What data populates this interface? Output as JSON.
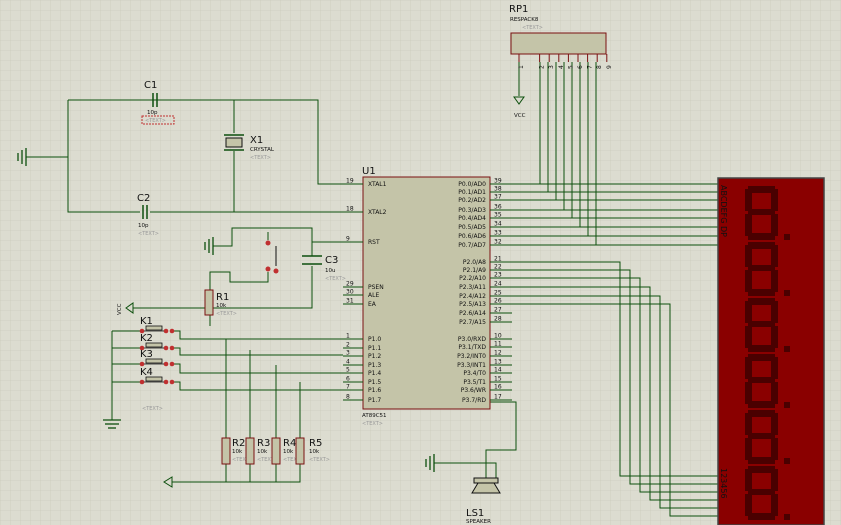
{
  "rp1": {
    "ref": "RP1",
    "value": "RESPACK8",
    "placeholder": "<TEXT>",
    "pins": [
      "1",
      "2",
      "3",
      "4",
      "5",
      "6",
      "7",
      "8",
      "9"
    ],
    "vcc": "VCC"
  },
  "c1": {
    "ref": "C1",
    "value": "10p",
    "placeholder": "<TEXT>"
  },
  "c2": {
    "ref": "C2",
    "value": "10p",
    "placeholder": "<TEXT>"
  },
  "c3": {
    "ref": "C3",
    "value": "10u",
    "placeholder": "<TEXT>"
  },
  "x1": {
    "ref": "X1",
    "value": "CRYSTAL",
    "placeholder": "<TEXT>"
  },
  "u1": {
    "ref": "U1",
    "value": "AT89C51",
    "placeholder": "<TEXT>",
    "left_pins": [
      {
        "num": "19",
        "name": "XTAL1"
      },
      {
        "num": "18",
        "name": "XTAL2"
      },
      {
        "num": "9",
        "name": "RST"
      },
      {
        "num": "29",
        "name": "PSEN"
      },
      {
        "num": "30",
        "name": "ALE"
      },
      {
        "num": "31",
        "name": "EA"
      },
      {
        "num": "1",
        "name": "P1.0"
      },
      {
        "num": "2",
        "name": "P1.1"
      },
      {
        "num": "3",
        "name": "P1.2"
      },
      {
        "num": "4",
        "name": "P1.3"
      },
      {
        "num": "5",
        "name": "P1.4"
      },
      {
        "num": "6",
        "name": "P1.5"
      },
      {
        "num": "7",
        "name": "P1.6"
      },
      {
        "num": "8",
        "name": "P1.7"
      }
    ],
    "right_pins": [
      {
        "num": "39",
        "name": "P0.0/AD0"
      },
      {
        "num": "38",
        "name": "P0.1/AD1"
      },
      {
        "num": "37",
        "name": "P0.2/AD2"
      },
      {
        "num": "36",
        "name": "P0.3/AD3"
      },
      {
        "num": "35",
        "name": "P0.4/AD4"
      },
      {
        "num": "34",
        "name": "P0.5/AD5"
      },
      {
        "num": "33",
        "name": "P0.6/AD6"
      },
      {
        "num": "32",
        "name": "P0.7/AD7"
      },
      {
        "num": "21",
        "name": "P2.0/A8"
      },
      {
        "num": "22",
        "name": "P2.1/A9"
      },
      {
        "num": "23",
        "name": "P2.2/A10"
      },
      {
        "num": "24",
        "name": "P2.3/A11"
      },
      {
        "num": "25",
        "name": "P2.4/A12"
      },
      {
        "num": "26",
        "name": "P2.5/A13"
      },
      {
        "num": "27",
        "name": "P2.6/A14"
      },
      {
        "num": "28",
        "name": "P2.7/A15"
      },
      {
        "num": "10",
        "name": "P3.0/RXD"
      },
      {
        "num": "11",
        "name": "P3.1/TXD"
      },
      {
        "num": "12",
        "name": "P3.2/INT0"
      },
      {
        "num": "13",
        "name": "P3.3/INT1"
      },
      {
        "num": "14",
        "name": "P3.4/T0"
      },
      {
        "num": "15",
        "name": "P3.5/T1"
      },
      {
        "num": "16",
        "name": "P3.6/WR"
      },
      {
        "num": "17",
        "name": "P3.7/RD"
      }
    ]
  },
  "r1": {
    "ref": "R1",
    "value": "10k",
    "placeholder": "<TEXT>"
  },
  "r2": {
    "ref": "R2",
    "value": "10k",
    "placeholder": "<TEXT>"
  },
  "r3": {
    "ref": "R3",
    "value": "10k",
    "placeholder": "<TEXT>"
  },
  "r4": {
    "ref": "R4",
    "value": "10k",
    "placeholder": "<TEXT>"
  },
  "r5": {
    "ref": "R5",
    "value": "10k",
    "placeholder": "<TEXT>"
  },
  "keys": {
    "labels": [
      "K1",
      "K2",
      "K3",
      "K4"
    ],
    "placeholder": "<TEXT>"
  },
  "vcc_left": "VCC",
  "ls1": {
    "ref": "LS1",
    "value": "SPEAKER"
  },
  "display": {
    "segments": "ABCDEFG DP",
    "digits": "123456",
    "glyph": "8."
  },
  "colors": {
    "background": "#dcdcd0",
    "grid": "#c8c8bc",
    "wire": "#0d4f0d",
    "body": "#c4c4a8",
    "outline": "#7a1010",
    "display": "#8a0000"
  }
}
